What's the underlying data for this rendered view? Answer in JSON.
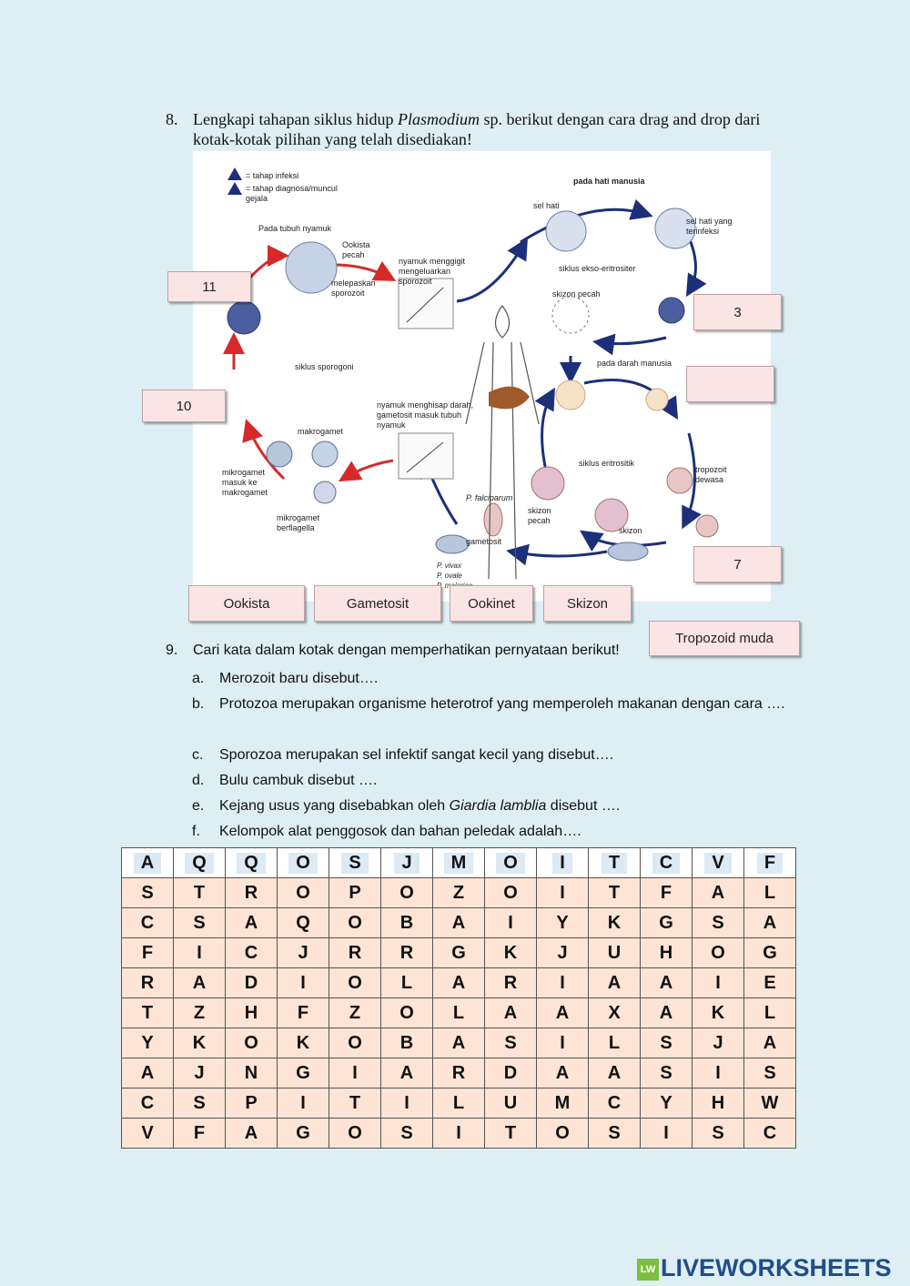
{
  "question8": {
    "number": "8.",
    "text_before": "Lengkapi tahapan siklus hidup ",
    "text_italic": "Plasmodium",
    "text_after": " sp. berikut dengan cara drag and drop dari kotak-kotak pilihan yang telah disediakan!"
  },
  "diagram": {
    "legend_infection": "= tahap infeksi",
    "legend_diagnosis": "= tahap diagnosa/muncul gejala",
    "mosquito_body": "Pada tubuh nyamuk",
    "liver_title": "pada hati manusia",
    "liver_cell": "sel hati",
    "infected_liver": "sel hati yang terinfeksi",
    "exo_cycle": "siklus ekso-eritrositer",
    "schizont_burst": "skizon pecah",
    "blood_title": "pada darah manusia",
    "oocyst_burst": "Ookista pecah",
    "release_sporozoit": "melepaskan sporozoit",
    "bite": "nyamuk menggigit mengeluarkan sporozoit",
    "sporogony": "siklus sporogoni",
    "suck": "nyamuk menghisap darah, gametosit masuk tubuh nyamuk",
    "macrogamete": "makrogamet",
    "microgamete_in": "mikrogamet masuk ke makrogamet",
    "microgamete_flag": "mikrogamet berflagella",
    "erythro_cycle": "siklus eritrositik",
    "tropozoit_adult": "tropozoit dewasa",
    "schizont_burst2": "skizon pecah",
    "skizon": "skizon",
    "gametosit": "gametosit",
    "p_falciparum": "P. falciparum",
    "p_species": "P. vivax\nP. ovale\nP. malariae"
  },
  "drop_zones": [
    {
      "label": "11"
    },
    {
      "label": "3"
    },
    {
      "label": ""
    },
    {
      "label": "10"
    },
    {
      "label": "7"
    }
  ],
  "draggables": [
    {
      "label": "Ookista"
    },
    {
      "label": "Gametosit"
    },
    {
      "label": "Ookinet"
    },
    {
      "label": "Skizon"
    },
    {
      "label": "Tropozoid muda"
    }
  ],
  "question9": {
    "number": "9.",
    "text": "Cari kata dalam kotak  dengan memperhatikan pernyataan berikut!",
    "items": [
      {
        "letter": "a.",
        "text": "Merozoit baru disebut…."
      },
      {
        "letter": "b.",
        "text": "Protozoa merupakan organisme heterotrof yang memperoleh makanan dengan cara …."
      },
      {
        "letter": "c.",
        "text": "Sporozoa merupakan sel infektif sangat kecil yang disebut…."
      },
      {
        "letter": "d.",
        "text": "Bulu cambuk disebut …."
      },
      {
        "letter": "e.",
        "text_before": "Kejang usus yang disebabkan oleh ",
        "text_italic": "Giardia lamblia",
        "text_after": " disebut …."
      },
      {
        "letter": "f.",
        "text": "Kelompok alat penggosok dan bahan peledak adalah…."
      }
    ]
  },
  "word_grid": [
    [
      "A",
      "Q",
      "Q",
      "O",
      "S",
      "J",
      "M",
      "O",
      "I",
      "T",
      "C",
      "V",
      "F"
    ],
    [
      "S",
      "T",
      "R",
      "O",
      "P",
      "O",
      "Z",
      "O",
      "I",
      "T",
      "F",
      "A",
      "L"
    ],
    [
      "C",
      "S",
      "A",
      "Q",
      "O",
      "B",
      "A",
      "I",
      "Y",
      "K",
      "G",
      "S",
      "A"
    ],
    [
      "F",
      "I",
      "C",
      "J",
      "R",
      "R",
      "G",
      "K",
      "J",
      "U",
      "H",
      "O",
      "G"
    ],
    [
      "R",
      "A",
      "D",
      "I",
      "O",
      "L",
      "A",
      "R",
      "I",
      "A",
      "A",
      "I",
      "E"
    ],
    [
      "T",
      "Z",
      "H",
      "F",
      "Z",
      "O",
      "L",
      "A",
      "A",
      "X",
      "A",
      "K",
      "L"
    ],
    [
      "Y",
      "K",
      "O",
      "K",
      "O",
      "B",
      "A",
      "S",
      "I",
      "L",
      "S",
      "J",
      "A"
    ],
    [
      "A",
      "J",
      "N",
      "G",
      "I",
      "A",
      "R",
      "D",
      "A",
      "A",
      "S",
      "I",
      "S"
    ],
    [
      "C",
      "S",
      "P",
      "I",
      "T",
      "I",
      "L",
      "U",
      "M",
      "C",
      "Y",
      "H",
      "W"
    ],
    [
      "V",
      "F",
      "A",
      "G",
      "O",
      "S",
      "I",
      "T",
      "O",
      "S",
      "I",
      "S",
      "C"
    ]
  ],
  "brand": {
    "badge": "LW",
    "name": "LIVEWORKSHEETS"
  },
  "colors": {
    "page_bg": "#ddeef4",
    "box_bg": "#fbe4e4",
    "grid_bg": "#fde4d4",
    "arrow_blue": "#1c2f7a",
    "arrow_red": "#d62a2a",
    "brand": "#1f4e89"
  }
}
